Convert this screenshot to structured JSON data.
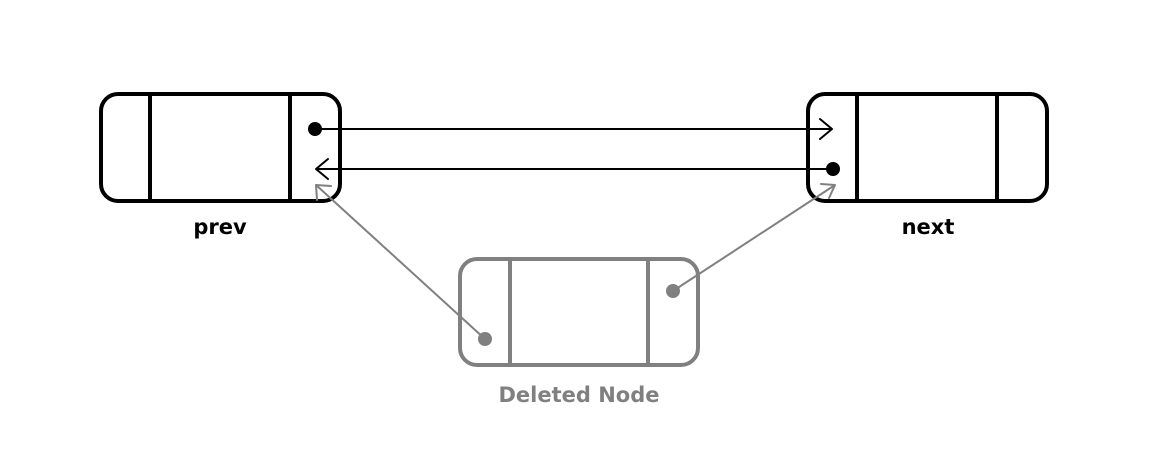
{
  "labels": {
    "prev": "prev",
    "next": "next",
    "deleted": "Deleted Node"
  },
  "colors": {
    "active": "#000000",
    "deleted": "#808080",
    "background": "#ffffff"
  }
}
